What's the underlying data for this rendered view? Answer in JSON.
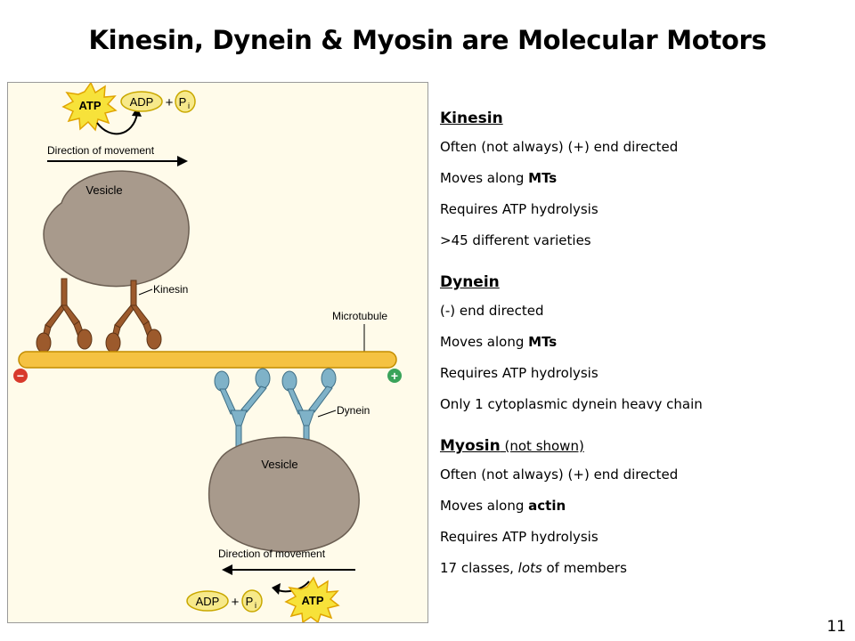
{
  "slide": {
    "title": "Kinesin, Dynein & Myosin are Molecular Motors",
    "page_number": "11"
  },
  "figure": {
    "atp": "ATP",
    "adp": "ADP",
    "plus": "+",
    "pi": "P",
    "pi_sub": "i",
    "direction_top": "Direction of movement",
    "direction_bottom": "Direction of movement",
    "vesicle_top": "Vesicle",
    "vesicle_bottom": "Vesicle",
    "kinesin_label": "Kinesin",
    "microtubule_label": "Microtubule",
    "dynein_label": "Dynein",
    "minus_end": "−",
    "plus_end": "+",
    "colors": {
      "microtubule": "#f5c242",
      "vesicle": "#a89a8c",
      "kinesin": "#9c5a2c",
      "dynein": "#7fb2c8",
      "atp_star": "#f7e23a",
      "minus": "#d8392b",
      "plus": "#3aa35a"
    }
  },
  "sections": {
    "kinesin": {
      "heading": "Kinesin",
      "l1": "Often (not always) (+) end directed",
      "l2_pre": "Moves along ",
      "l2_bold": "MTs",
      "l3": "Requires ATP hydrolysis",
      "l4": ">45 different varieties"
    },
    "dynein": {
      "heading": "Dynein",
      "l1": "(-) end directed",
      "l2_pre": "Moves along ",
      "l2_bold": "MTs",
      "l3": "Requires ATP hydrolysis",
      "l4": "Only 1 cytoplasmic dynein heavy chain"
    },
    "myosin": {
      "heading": "Myosin",
      "note": " (not shown)",
      "l1": "Often (not always) (+) end directed",
      "l2_pre": "Moves along ",
      "l2_bold": "actin",
      "l3": "Requires ATP hydrolysis",
      "l4_pre": "17 classes, ",
      "l4_italic": "lots",
      "l4_post": " of members"
    }
  }
}
